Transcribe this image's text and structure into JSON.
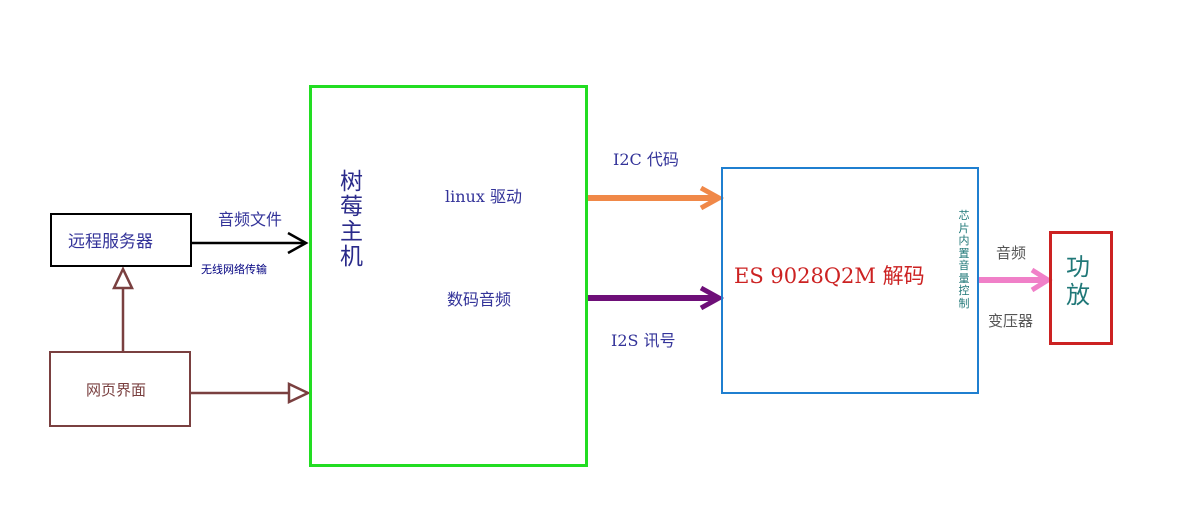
{
  "nodes": {
    "remote_server": "远程服务器",
    "web_ui": "网页界面",
    "pi_host": [
      "树",
      "莓",
      "主",
      "机"
    ],
    "linux_driver": "linux 驱动",
    "digital_audio": "数码音频",
    "codec": "ES 9028Q2M 解码",
    "chip_volume": [
      "芯",
      "片",
      "内",
      "置",
      "音",
      "量",
      "控",
      "制"
    ],
    "amplifier": [
      "功",
      "放"
    ]
  },
  "edges": {
    "audio_file": "音频文件",
    "wireless": "无线网络传输",
    "i2c": "I2C 代码",
    "i2s": "I2S 讯号",
    "audio": "音频",
    "transformer": "变压器"
  },
  "colors": {
    "black": "#000000",
    "brown": "#7a4040",
    "green": "#22dd22",
    "blue": "#1f7fd0",
    "red": "#cc2222",
    "orange": "#f08848",
    "purple": "#6e0f78",
    "pink": "#f080c8",
    "teal": "#207878",
    "navy": "#333399"
  }
}
